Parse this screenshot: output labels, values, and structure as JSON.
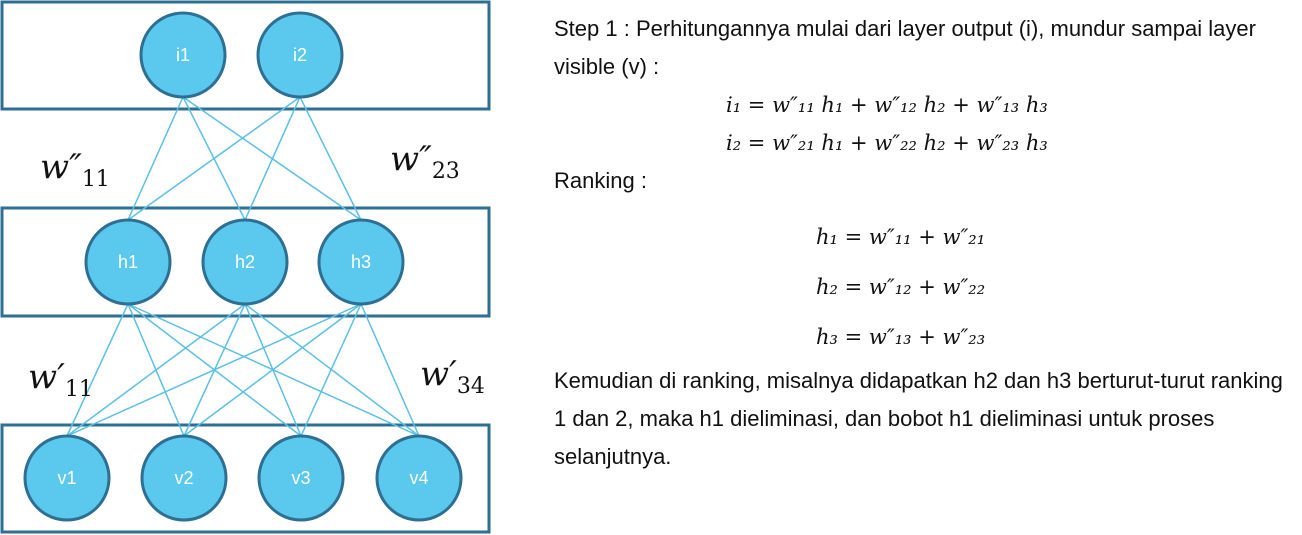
{
  "diagram": {
    "layers": {
      "output": [
        "i1",
        "i2"
      ],
      "hidden": [
        "h1",
        "h2",
        "h3"
      ],
      "visible": [
        "v1",
        "v2",
        "v3",
        "v4"
      ]
    },
    "weights": {
      "w2_11": {
        "base": "w″",
        "sub": "11"
      },
      "w2_23": {
        "base": "w″",
        "sub": "23"
      },
      "w1_11": {
        "base": "w′",
        "sub": "11"
      },
      "w1_34": {
        "base": "w′",
        "sub": "34"
      }
    }
  },
  "text": {
    "step": "Step 1 : Perhitungannya mulai dari layer output (i), mundur sampai layer visible (v) :",
    "ranking_heading": "Ranking :",
    "conclusion": "Kemudian di ranking, misalnya didapatkan h2 dan h3 berturut-turut ranking 1 dan 2, maka h1 dieliminasi, dan bobot h1 dieliminasi untuk proses selanjutnya."
  },
  "equations": {
    "step": [
      "i₁ = w″₁₁ h₁ + w″₁₂ h₂ + w″₁₃ h₃",
      "i₂ = w″₂₁ h₁ + w″₂₂ h₂ + w″₂₃ h₃"
    ],
    "ranking": [
      "h₁ = w″₁₁ + w″₂₁",
      "h₂ = w″₁₂ + w″₂₂",
      "h₃ = w″₁₃ + w″₂₃"
    ]
  }
}
